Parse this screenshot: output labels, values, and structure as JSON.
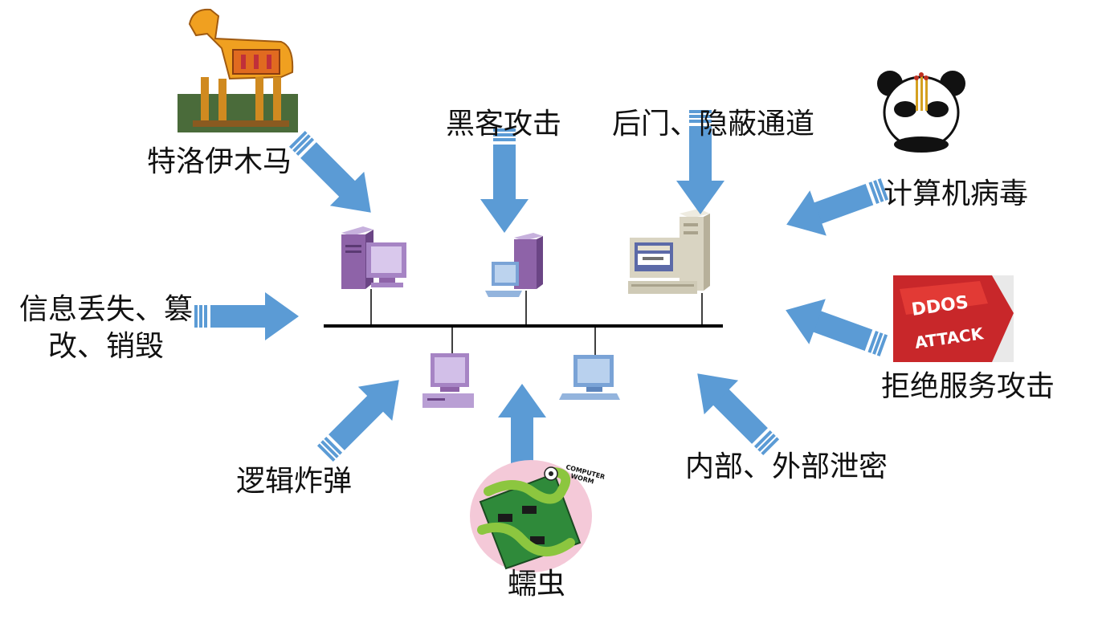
{
  "labels": {
    "trojan": "特洛伊木马",
    "hacker": "黑客攻击",
    "backdoor": "后门、隐蔽通道",
    "virus": "计算机病毒",
    "info_loss_line1": "信息丢失、篡",
    "info_loss_line2": "改、销毁",
    "dos": "拒绝服务攻击",
    "logic_bomb": "逻辑炸弹",
    "worm": "蠕虫",
    "leak": "内部、外部泄密"
  },
  "images": {
    "ddos_line1": "DDOS",
    "ddos_line2": "ATTACK",
    "worm_caption_line1": "COMPUTER",
    "worm_caption_line2": "WORM"
  },
  "colors": {
    "arrow": "#5b9bd5",
    "purple": "#8e63a8",
    "screen_purple": "#b99fd4",
    "screen_blue": "#7aa3d6",
    "beige": "#d9d4c2",
    "network": "#000000"
  }
}
